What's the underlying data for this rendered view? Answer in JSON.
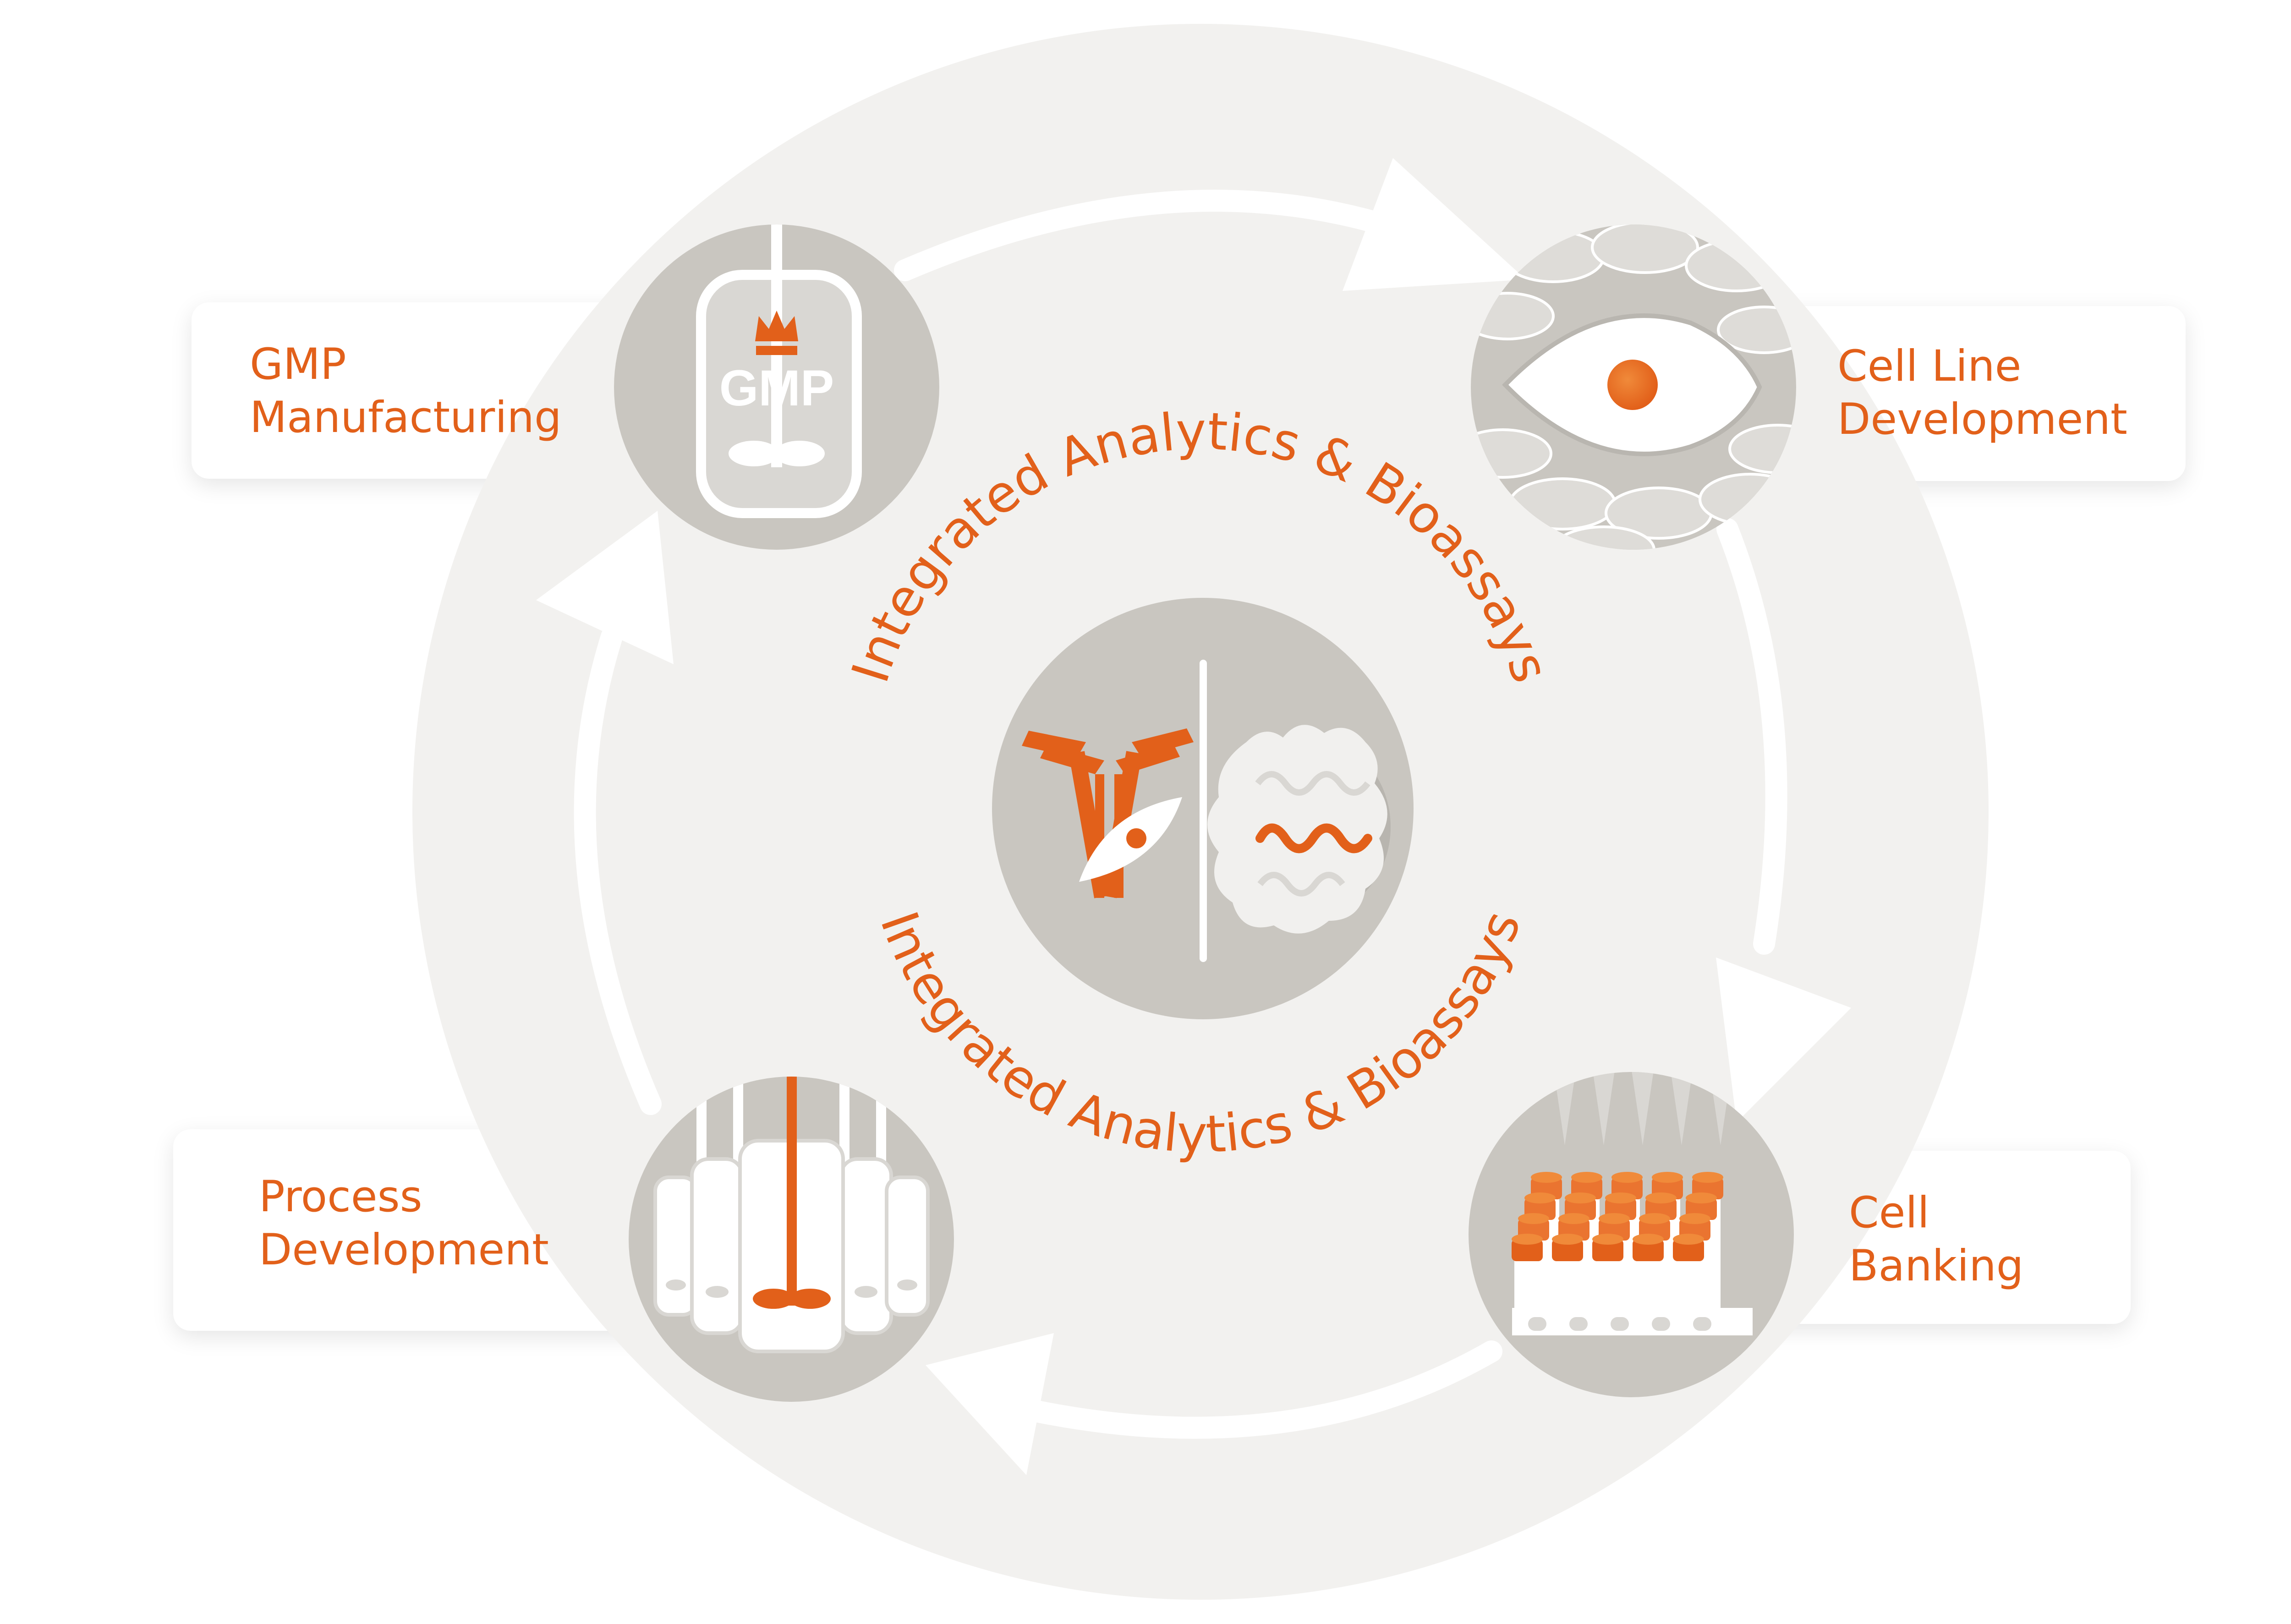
{
  "colors": {
    "accent": "#e2601a",
    "accent_light": "#f08a3a",
    "big_ring": "#f2f1ef",
    "circle_gray": "#c9c6c0",
    "white": "#ffffff",
    "card_bg": "#ffffff"
  },
  "ring_text": {
    "top": "Integrated Analytics & Bioassays",
    "bottom": "Integrated Analytics & Bioassays"
  },
  "stages": {
    "gmp": {
      "line1": "GMP",
      "line2": "Manufacturing",
      "icon": "bioreactor-crown-icon",
      "vessel_text": "GMP"
    },
    "cell_line": {
      "line1": "Cell Line",
      "line2": "Development",
      "icon": "cell-nucleus-icon"
    },
    "cell_banking": {
      "line1": "Cell",
      "line2": "Banking",
      "icon": "cryovial-rack-icon"
    },
    "process": {
      "line1": "Process",
      "line2": "Development",
      "icon": "multi-bioreactor-icon"
    }
  },
  "center": {
    "icon": "antibody-and-protein-icon"
  }
}
